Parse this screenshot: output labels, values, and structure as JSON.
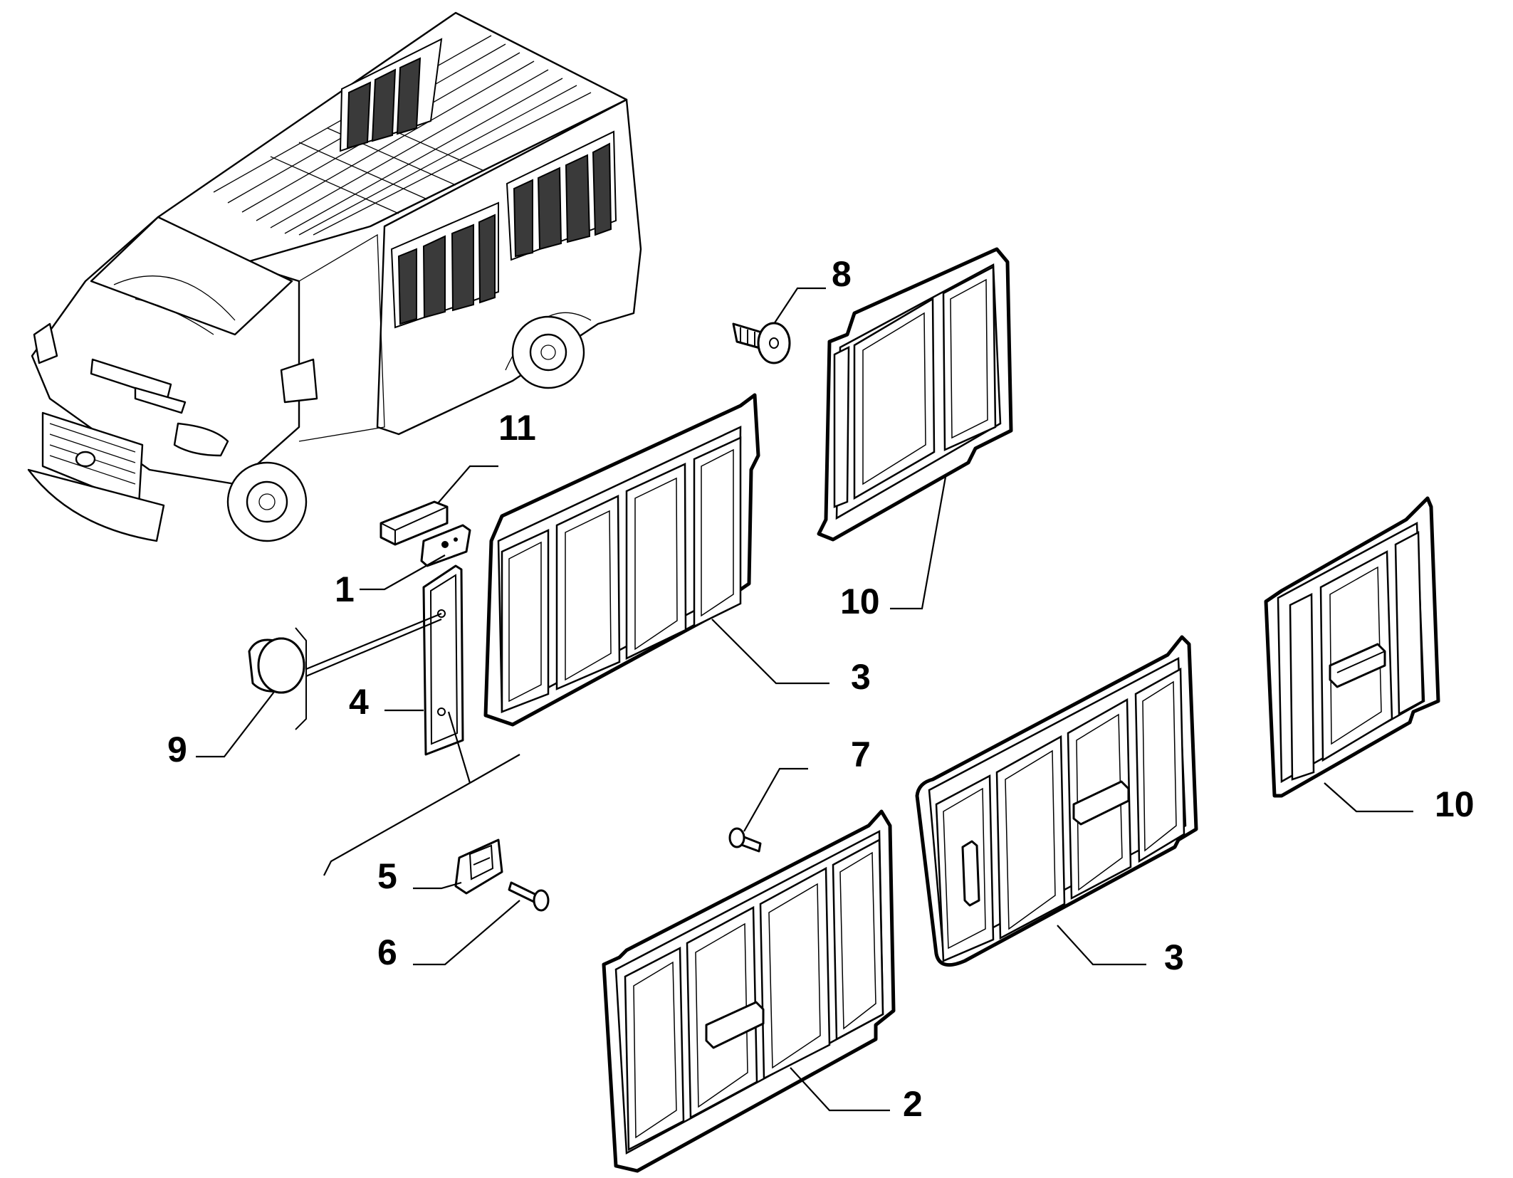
{
  "callouts": [
    {
      "id": "1",
      "label": "1"
    },
    {
      "id": "2",
      "label": "2"
    },
    {
      "id": "3a",
      "label": "3"
    },
    {
      "id": "3b",
      "label": "3"
    },
    {
      "id": "4",
      "label": "4"
    },
    {
      "id": "5",
      "label": "5"
    },
    {
      "id": "6",
      "label": "6"
    },
    {
      "id": "7",
      "label": "7"
    },
    {
      "id": "8",
      "label": "8"
    },
    {
      "id": "9",
      "label": "9"
    },
    {
      "id": "10a",
      "label": "10"
    },
    {
      "id": "10b",
      "label": "10"
    },
    {
      "id": "11",
      "label": "11"
    }
  ],
  "colors": {
    "line": "#000000",
    "background": "#ffffff",
    "glass": "#3a3a3a"
  }
}
